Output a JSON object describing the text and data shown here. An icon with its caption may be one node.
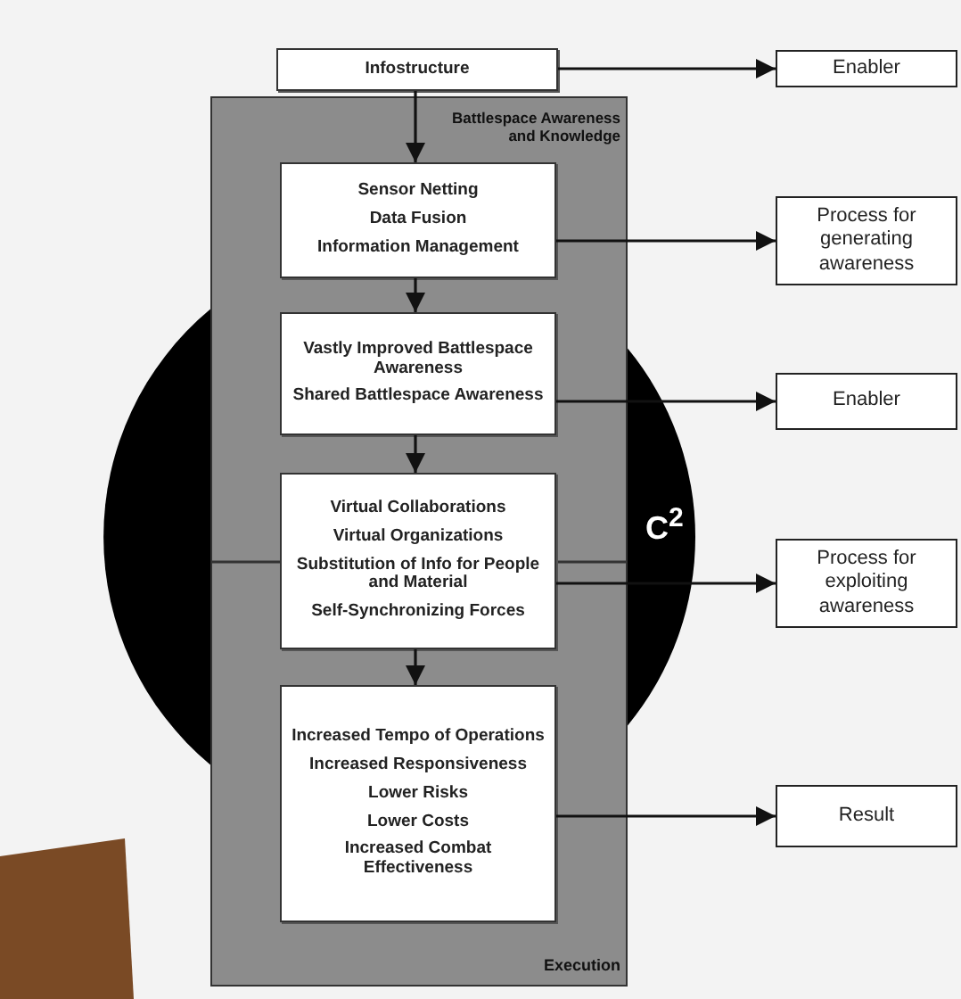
{
  "diagram": {
    "nodes": [
      {
        "text": [
          "Infostructure"
        ]
      },
      {
        "text": [
          "Battlespace Awareness and Knowledge",
          "Execution"
        ]
      },
      {
        "text": [
          "Sensor Netting",
          "Data Fusion",
          "Information Management"
        ],
        "in": 1
      },
      {
        "text": [
          "Vastly Improved Battlespace Awareness",
          "Shared Battlespace Awareness"
        ],
        "in": 1
      },
      {
        "text": [
          "Virtual Collaborations",
          "Virtual Organizations",
          "Substitution of Info for People and Material",
          "Self-Synchronizing Forces"
        ],
        "in": 1
      },
      {
        "text": [
          "Increased Tempo of Operations",
          "Increased Responsiveness",
          "Lower Risks",
          "Lower Costs",
          "Increased Combat Effectiveness"
        ],
        "in": 1
      },
      {
        "text": [
          "Enabler"
        ]
      },
      {
        "text": [
          "Process for generating awareness"
        ]
      },
      {
        "text": [
          "Enabler"
        ]
      },
      {
        "text": [
          "Process for exploiting awareness"
        ]
      },
      {
        "text": [
          "Result"
        ]
      }
    ],
    "labels": [
      "C$^{2}$"
    ],
    "edges": [
      {
        "from": 0,
        "to": 2,
        "arrow": "to"
      },
      {
        "from": 2,
        "to": 3,
        "arrow": "to"
      },
      {
        "from": 3,
        "to": 4,
        "arrow": "to"
      },
      {
        "from": 4,
        "to": 5,
        "arrow": "to"
      },
      {
        "from": 0,
        "to": 6,
        "arrow": "to"
      },
      {
        "from": 2,
        "to": 7,
        "arrow": "to"
      },
      {
        "from": 3,
        "to": 8,
        "arrow": "to"
      },
      {
        "from": 4,
        "to": 9,
        "arrow": "to"
      },
      {
        "from": 5,
        "to": 10,
        "arrow": "to"
      }
    ]
  }
}
